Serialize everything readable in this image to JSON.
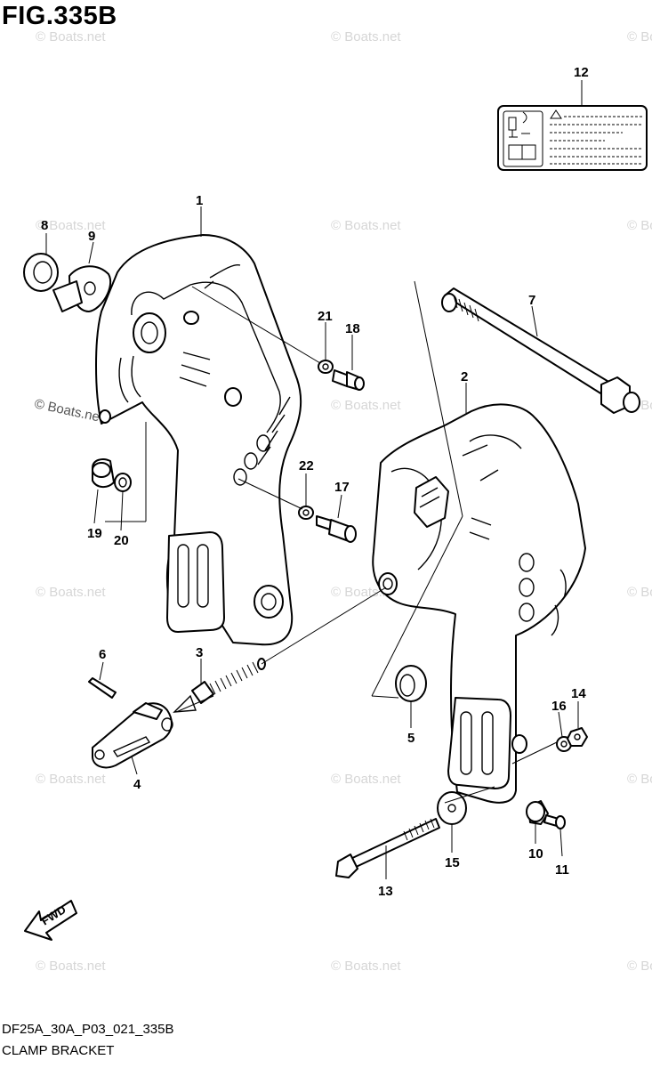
{
  "figure": {
    "title": "FIG.335B",
    "code": "DF25A_30A_P03_021_335B",
    "name": "CLAMP BRACKET",
    "fwd_label": "FWD"
  },
  "watermark": "© Boats.net",
  "callouts": [
    "1",
    "2",
    "3",
    "4",
    "5",
    "6",
    "7",
    "8",
    "9",
    "10",
    "11",
    "12",
    "13",
    "14",
    "15",
    "16",
    "17",
    "18",
    "19",
    "20",
    "21",
    "22"
  ],
  "icons": [
    "clamp-bracket-1-icon",
    "clamp-bracket-2-icon",
    "clamp-shaft-icon",
    "warning-label-icon",
    "fwd-arrow-icon"
  ]
}
